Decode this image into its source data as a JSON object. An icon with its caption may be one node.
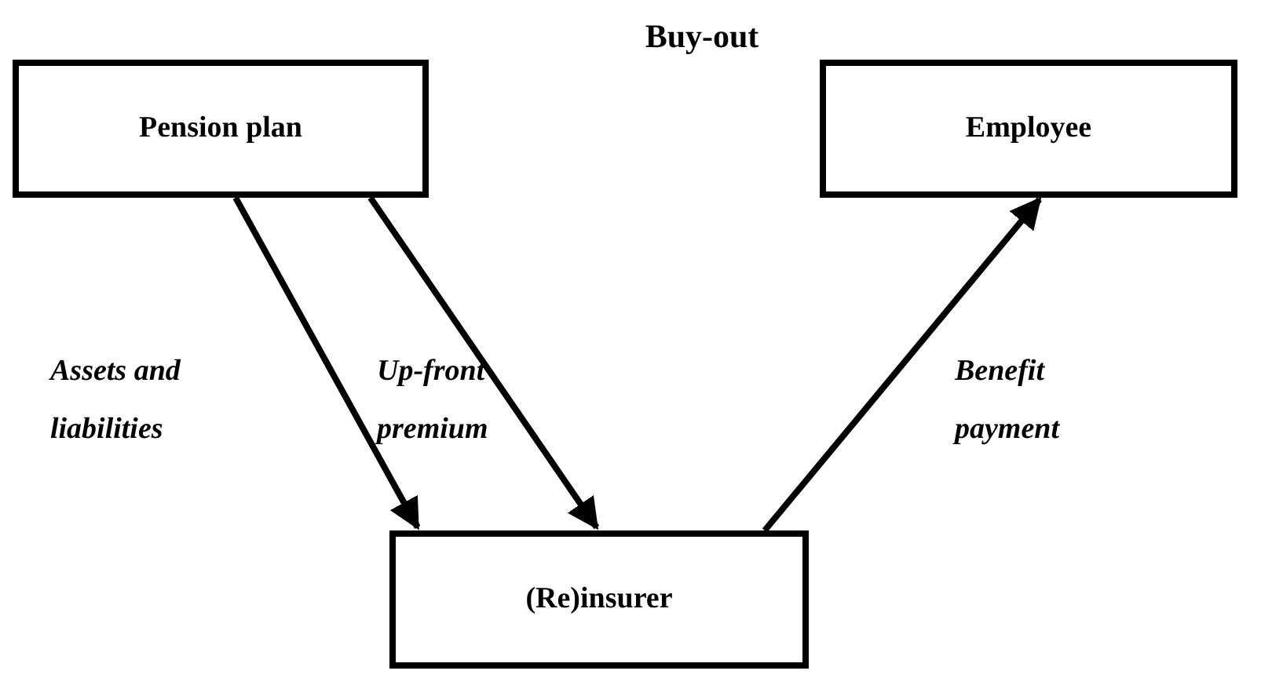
{
  "diagram": {
    "title": "Buy-out",
    "nodes": [
      {
        "text": [
          "Pension plan"
        ]
      },
      {
        "text": [
          "Employee"
        ]
      },
      {
        "text": [
          "(Re)insurer"
        ]
      }
    ],
    "edges": [
      {
        "from": 0,
        "to": 2,
        "arrow": "to",
        "label": "Assets and liabilities"
      },
      {
        "from": 0,
        "to": 2,
        "arrow": "to",
        "label": "Up-front premium"
      },
      {
        "from": 2,
        "to": 1,
        "arrow": "to",
        "label": "Benefit payment"
      }
    ]
  }
}
